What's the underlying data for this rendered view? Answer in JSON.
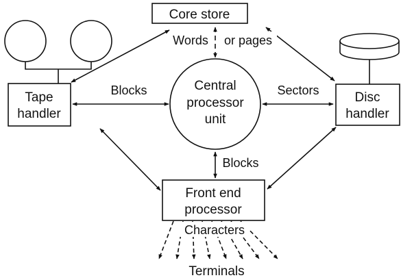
{
  "nodes": {
    "core_store": "Core store",
    "tape_handler_line1": "Tape",
    "tape_handler_line2": "handler",
    "cpu_line1": "Central",
    "cpu_line2": "processor",
    "cpu_line3": "unit",
    "disc_handler_line1": "Disc",
    "disc_handler_line2": "handler",
    "front_end_line1": "Front end",
    "front_end_line2": "processor"
  },
  "edges": {
    "core_cpu_left": "Words",
    "core_cpu_right": "or pages",
    "tape_cpu": "Blocks",
    "disc_cpu": "Sectors",
    "cpu_frontend": "Blocks",
    "frontend_terminals": "Characters"
  },
  "terminals_label": "Terminals"
}
